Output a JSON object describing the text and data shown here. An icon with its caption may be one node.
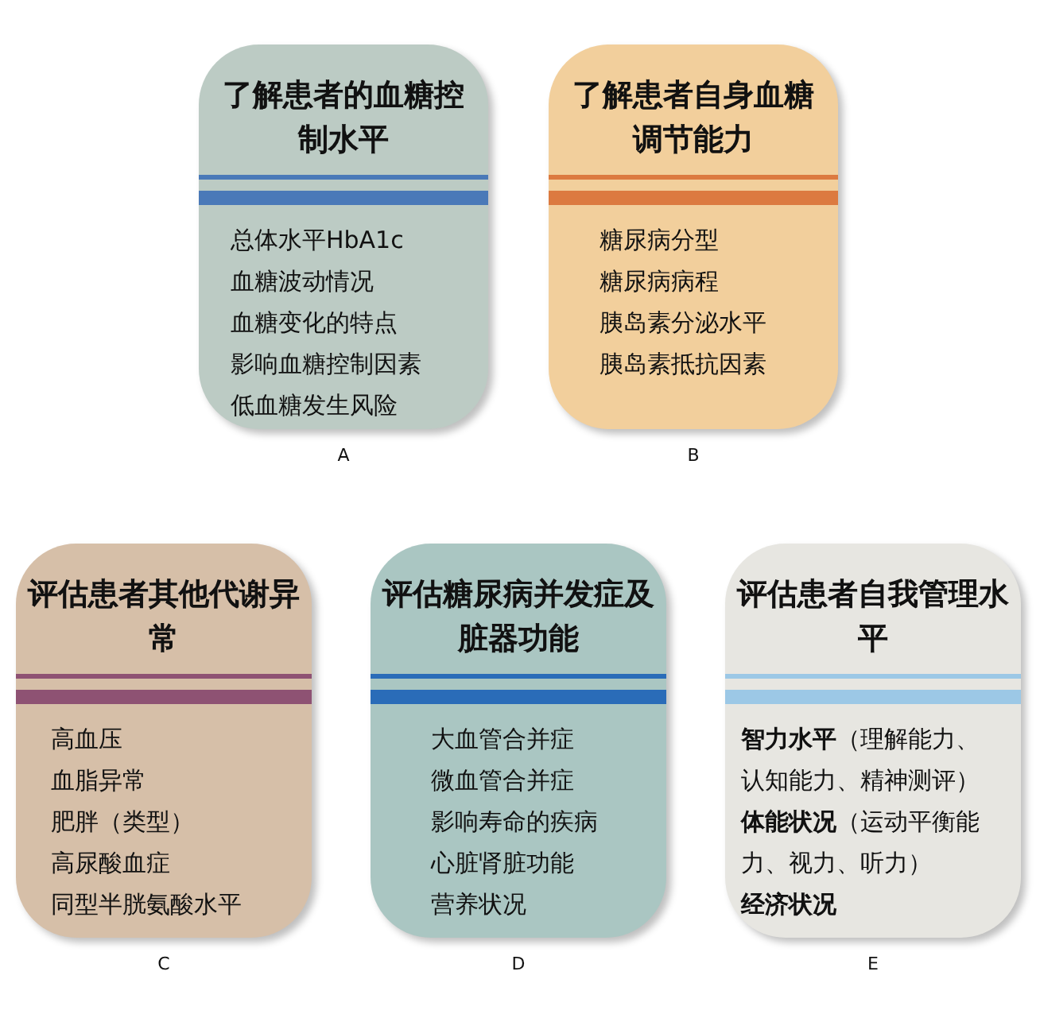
{
  "diagram": {
    "nodes": [
      {
        "text": [
          "了解患者的血糖控制水平",
          "总体水平HbA1c",
          "血糖波动情况",
          "血糖变化的特点",
          "影响血糖控制因素",
          "低血糖发生风险"
        ],
        "beside": [
          "A"
        ]
      },
      {
        "text": [
          "了解患者自身血糖调节能力",
          "糖尿病分型",
          "糖尿病病程",
          "胰岛素分泌水平",
          "胰岛素抵抗因素"
        ],
        "beside": [
          "B"
        ]
      },
      {
        "text": [
          "评估患者其他代谢异常",
          "高血压",
          "血脂异常",
          "肥胖（类型）",
          "高尿酸血症",
          "同型半胱氨酸水平"
        ],
        "beside": [
          "C"
        ]
      },
      {
        "text": [
          "评估糖尿病并发症及脏器功能",
          "大血管合并症",
          "微血管合并症",
          "影响寿命的疾病",
          "心脏肾脏功能",
          "营养状况"
        ],
        "beside": [
          "D"
        ]
      },
      {
        "text": [
          "评估患者自我管理水平",
          "**智力水平**（理解能力、认知能力、精神测评）",
          "**体能状况**（运动平衡能力、视力、听力）",
          "**经济状况**"
        ],
        "beside": [
          "E"
        ]
      }
    ],
    "edges": []
  }
}
